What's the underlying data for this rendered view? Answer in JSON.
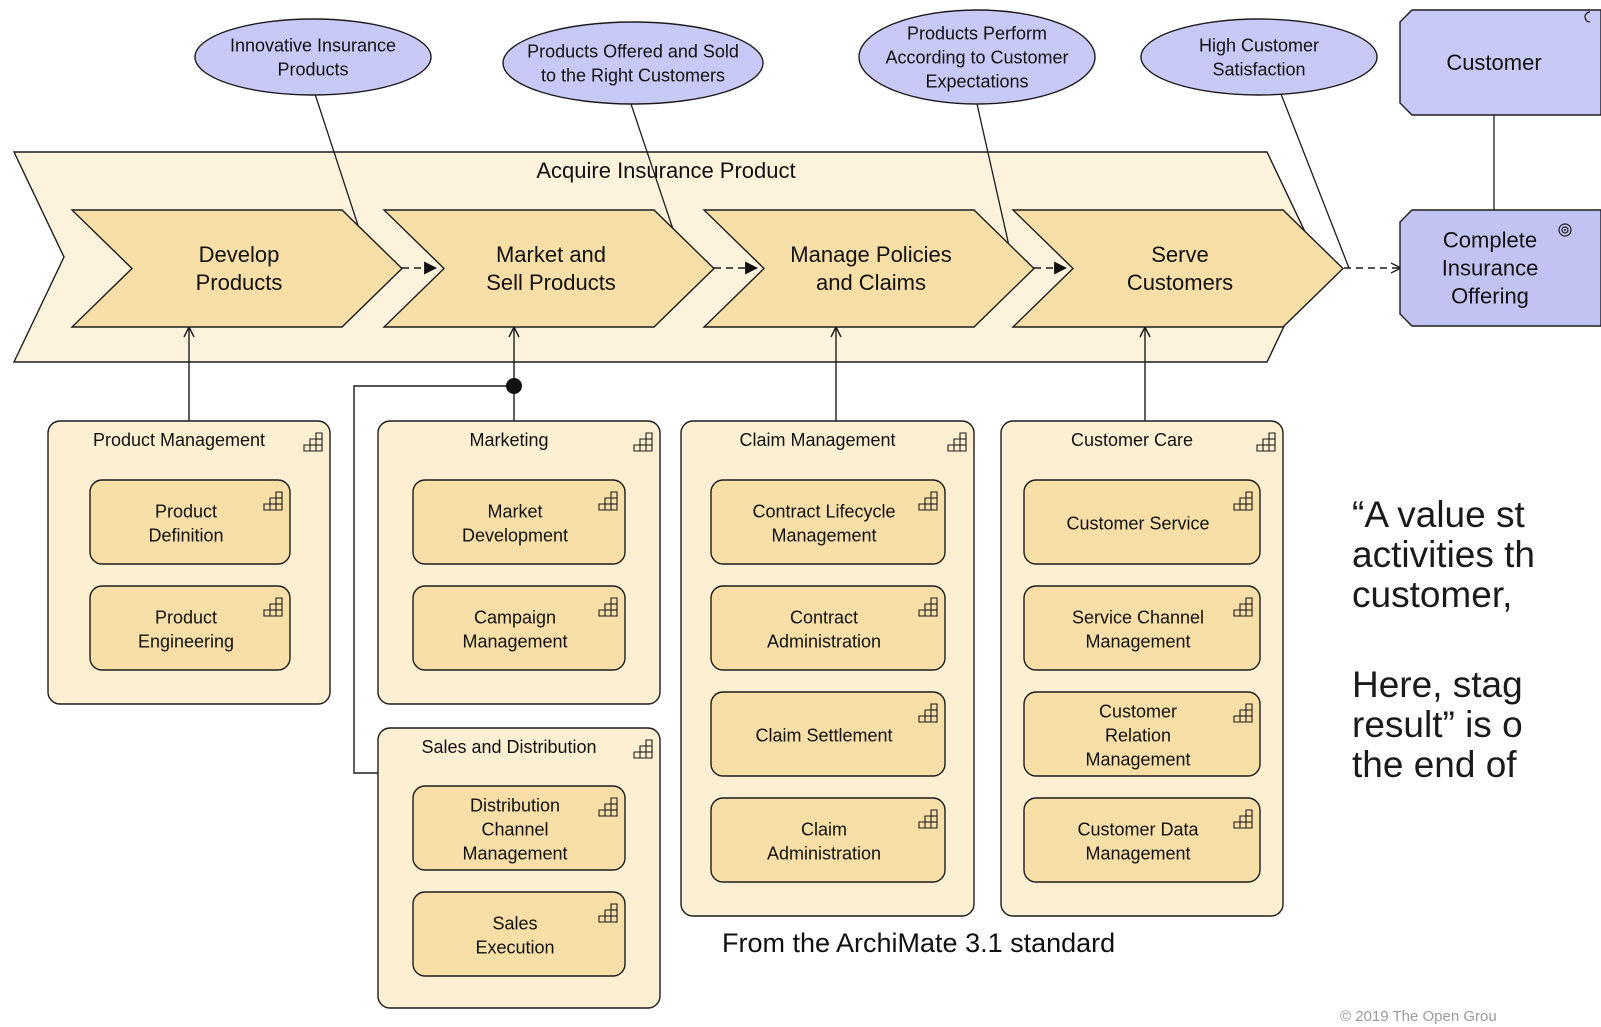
{
  "colors": {
    "stage_fill": "#f7dfa7",
    "capability_fill": "#fdf0d2",
    "value_stream_fill": "#fdf3dc",
    "value_fill": "#c9c9f7",
    "outcome_fill": "#c3c3f3",
    "stroke": "#1c1c1c"
  },
  "value_stream": {
    "title": "Acquire Insurance Product",
    "stages": [
      {
        "lines": [
          "Develop",
          "Products"
        ]
      },
      {
        "lines": [
          "Market and",
          "Sell Products"
        ]
      },
      {
        "lines": [
          "Manage Policies",
          "and Claims"
        ]
      },
      {
        "lines": [
          "Serve",
          "Customers"
        ]
      }
    ]
  },
  "values": [
    {
      "lines": [
        "Innovative Insurance",
        "Products"
      ]
    },
    {
      "lines": [
        "Products Offered and Sold",
        "to the Right Customers"
      ]
    },
    {
      "lines": [
        "Products Perform",
        "According to Customer",
        "Expectations"
      ]
    },
    {
      "lines": [
        "High Customer",
        "Satisfaction"
      ]
    }
  ],
  "stakeholder": {
    "label": "Customer",
    "icon": "stakeholder-icon"
  },
  "outcome": {
    "lines": [
      "Complete",
      "Insurance",
      "Offering"
    ],
    "icon": "outcome-icon"
  },
  "capabilities": [
    {
      "title": "Product Management",
      "items": [
        {
          "lines": [
            "Product",
            "Definition"
          ]
        },
        {
          "lines": [
            "Product",
            "Engineering"
          ]
        }
      ]
    },
    {
      "title": "Marketing",
      "items": [
        {
          "lines": [
            "Market",
            "Development"
          ]
        },
        {
          "lines": [
            "Campaign",
            "Management"
          ]
        }
      ]
    },
    {
      "title": "Sales and Distribution",
      "items": [
        {
          "lines": [
            "Distribution",
            "Channel",
            "Management"
          ]
        },
        {
          "lines": [
            "Sales",
            "Execution"
          ]
        }
      ]
    },
    {
      "title": "Claim Management",
      "items": [
        {
          "lines": [
            "Contract Lifecycle",
            "Management"
          ]
        },
        {
          "lines": [
            "Contract",
            "Administration"
          ]
        },
        {
          "lines": [
            "Claim Settlement"
          ]
        },
        {
          "lines": [
            "Claim",
            "Administration"
          ]
        }
      ]
    },
    {
      "title": "Customer Care",
      "items": [
        {
          "lines": [
            "Customer Service"
          ]
        },
        {
          "lines": [
            "Service Channel",
            "Management"
          ]
        },
        {
          "lines": [
            "Customer",
            "Relation",
            "Management"
          ]
        },
        {
          "lines": [
            "Customer Data",
            "Management"
          ]
        }
      ]
    }
  ],
  "source_note": "From the ArchiMate 3.1 standard",
  "side_text": [
    "“A value st\nactivities th\ncustomer,",
    "Here, stag\nresult” is o\nthe end of"
  ],
  "copyright": "© 2019 The Open Grou"
}
